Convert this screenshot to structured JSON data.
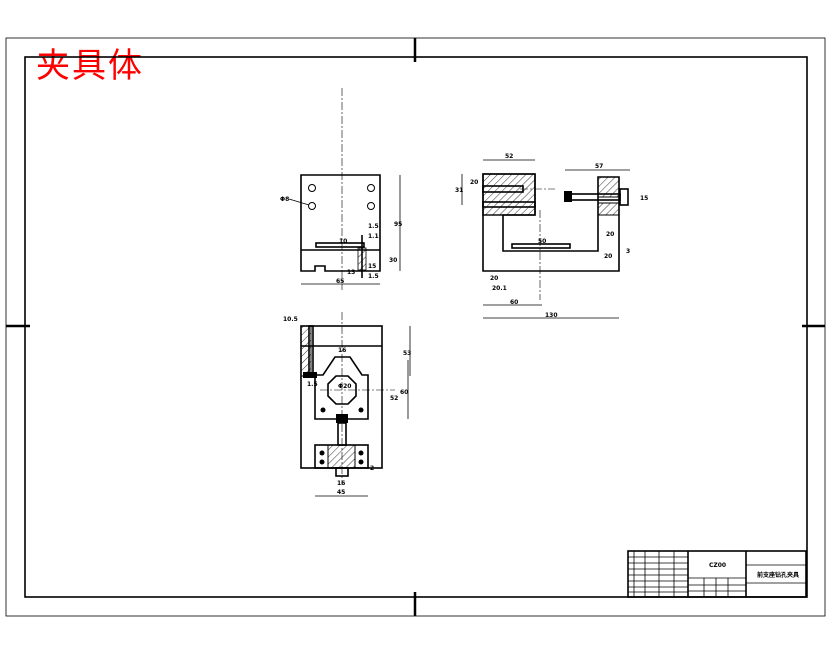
{
  "title": "夹具体",
  "title_color": "#ff0000",
  "front_view": {
    "labels": [
      "Φ8",
      "1.5",
      "1.1",
      "10",
      "13",
      "15",
      "1.5",
      "65",
      "95",
      "30"
    ]
  },
  "side_view": {
    "labels": [
      "52",
      "20",
      "31",
      "57",
      "15",
      "50",
      "20",
      "20",
      "20",
      "20.1",
      "60",
      "130",
      "3"
    ]
  },
  "top_view": {
    "labels": [
      "10.5",
      "16",
      "Φ20",
      "53",
      "60",
      "52",
      "1.5",
      "16",
      "45",
      "2"
    ]
  },
  "title_block": {
    "drawing_no": "CZ00",
    "name": "前支座钻孔夹具"
  }
}
